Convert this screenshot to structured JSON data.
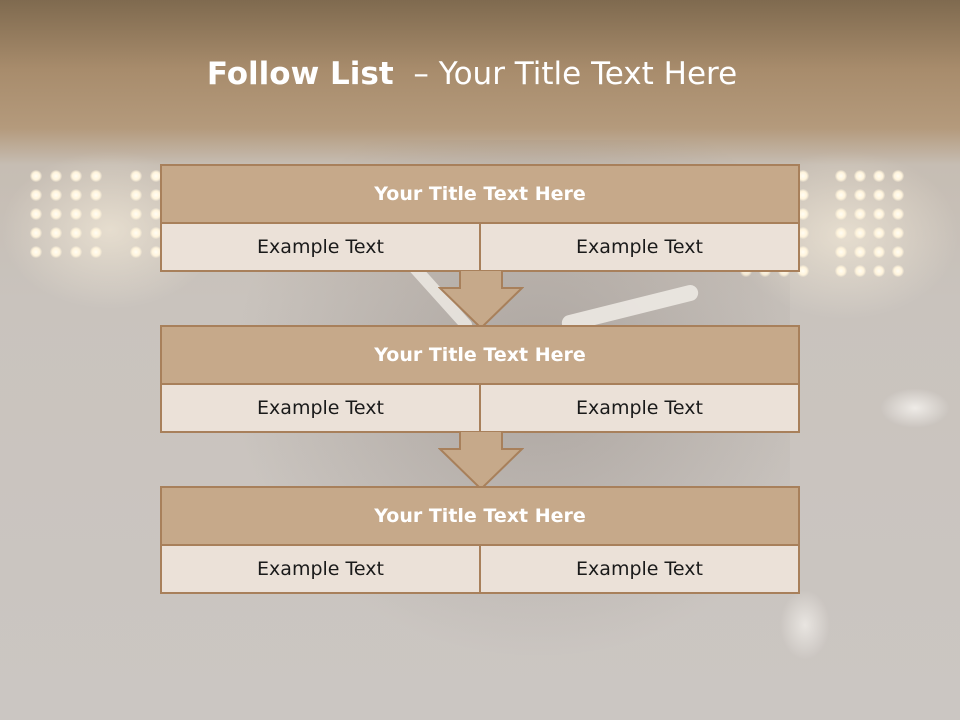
{
  "title": {
    "main": "Follow List",
    "separator": "–",
    "sub": "Your Title Text Here"
  },
  "blocks": [
    {
      "heading": "Your Title Text Here",
      "left": "Example Text",
      "right": "Example Text"
    },
    {
      "heading": "Your Title Text Here",
      "left": "Example Text",
      "right": "Example Text"
    },
    {
      "heading": "Your Title Text Here",
      "left": "Example Text",
      "right": "Example Text"
    }
  ],
  "colors": {
    "header_fill": "#c6a98a",
    "cell_fill": "#ebe1d8",
    "border": "#a8805b",
    "arrow_fill": "#c6a98a"
  }
}
